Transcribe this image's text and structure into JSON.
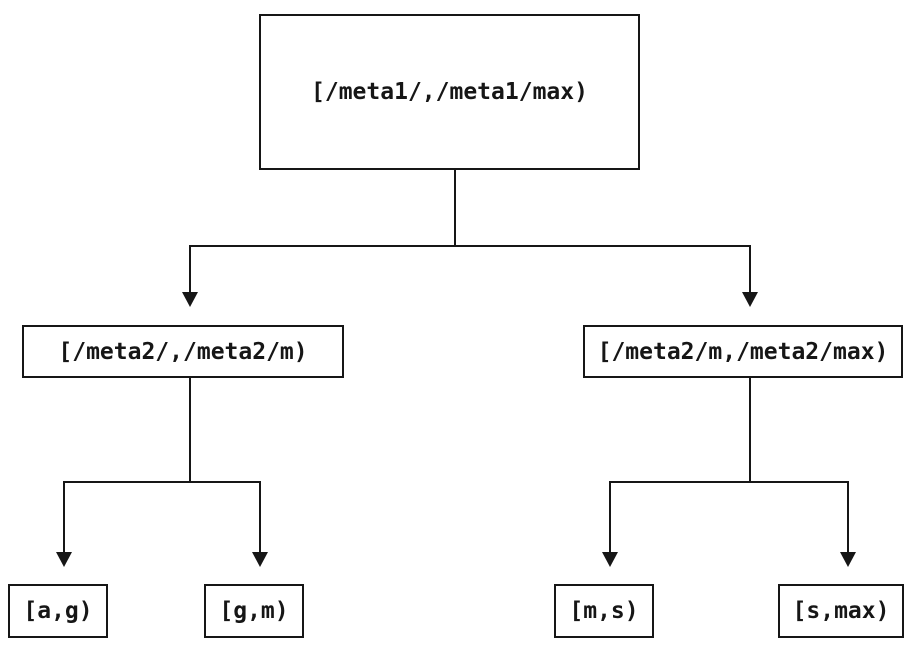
{
  "diagram": {
    "type": "interval-partition-tree",
    "colors": {
      "background": "#ffffff",
      "line": "#161616",
      "box_border": "#161616",
      "text": "#161616"
    },
    "nodes": {
      "root": {
        "label": "[/meta1/,/meta1/max)"
      },
      "meta2_left": {
        "label": "[/meta2/,/meta2/m)"
      },
      "meta2_right": {
        "label": "[/meta2/m,/meta2/max)"
      },
      "leaf_a_g": {
        "label": "[a,g)"
      },
      "leaf_g_m": {
        "label": "[g,m)"
      },
      "leaf_m_s": {
        "label": "[m,s)"
      },
      "leaf_s_max": {
        "label": "[s,max)"
      }
    },
    "edges": [
      {
        "from": "root",
        "to": "meta2_left"
      },
      {
        "from": "root",
        "to": "meta2_right"
      },
      {
        "from": "meta2_left",
        "to": "leaf_a_g"
      },
      {
        "from": "meta2_left",
        "to": "leaf_g_m"
      },
      {
        "from": "meta2_right",
        "to": "leaf_m_s"
      },
      {
        "from": "meta2_right",
        "to": "leaf_s_max"
      }
    ]
  }
}
